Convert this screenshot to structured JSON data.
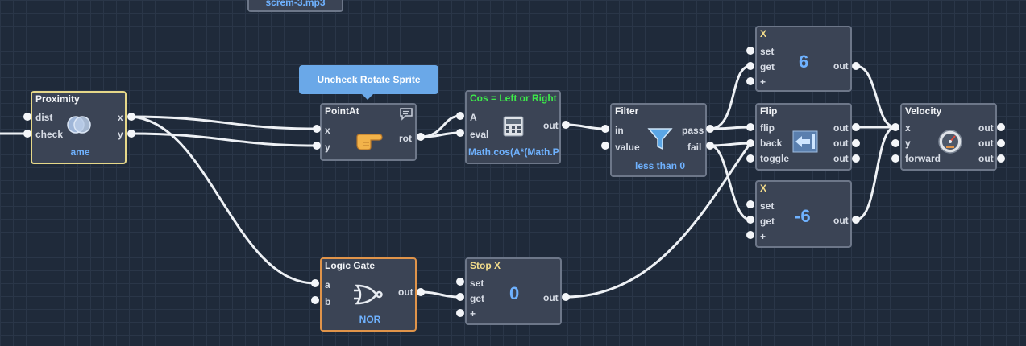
{
  "top_chip": {
    "label": "screm-3.mp3"
  },
  "tooltip": {
    "text": "Uncheck Rotate Sprite"
  },
  "proximity": {
    "title": "Proximity",
    "inputs": [
      "dist",
      "check"
    ],
    "outputs": [
      "x",
      "y"
    ],
    "value": "ame",
    "icon": "proximity-circles-icon"
  },
  "pointat": {
    "title": "PointAt",
    "inputs": [
      "x",
      "y"
    ],
    "output": "rot",
    "icon": "pointing-hand-icon"
  },
  "cos": {
    "title": "Cos = Left or Right",
    "inputs": [
      "A",
      "eval"
    ],
    "output": "out",
    "expression": "Math.cos(A*(Math.P",
    "icon": "calculator-icon"
  },
  "filter": {
    "title": "Filter",
    "inputs": [
      "in",
      "value"
    ],
    "outputs": [
      "pass",
      "fail"
    ],
    "condition": "less than 0",
    "icon": "funnel-icon"
  },
  "x_pos": {
    "title": "X",
    "inputs": [
      "set",
      "get",
      "+"
    ],
    "output": "out",
    "value": "6"
  },
  "flip": {
    "title": "Flip",
    "inputs": [
      "flip",
      "back",
      "toggle"
    ],
    "outputs": [
      "out",
      "out",
      "out"
    ],
    "icon": "flip-arrow-icon"
  },
  "x_neg": {
    "title": "X",
    "inputs": [
      "set",
      "get",
      "+"
    ],
    "output": "out",
    "value": "-6"
  },
  "velocity": {
    "title": "Velocity",
    "inputs": [
      "x",
      "y",
      "forward"
    ],
    "outputs": [
      "out",
      "out",
      "out"
    ],
    "icon": "speedometer-icon"
  },
  "logic": {
    "title": "Logic Gate",
    "inputs": [
      "a",
      "b"
    ],
    "output": "out",
    "mode": "NOR",
    "icon": "nor-gate-icon"
  },
  "stopx": {
    "title": "Stop X",
    "inputs": [
      "set",
      "get",
      "+"
    ],
    "output": "out",
    "value": "0"
  },
  "colors": {
    "background": "#1f2a3a",
    "node": "#3b4455",
    "node_border": "#6d7789",
    "selected_yellow": "#e6d889",
    "selected_orange": "#e0944a",
    "value_blue": "#6fb2ff",
    "title_green": "#3dea4a",
    "title_yellow": "#f4dd8b",
    "tooltip": "#6aa8e8"
  }
}
